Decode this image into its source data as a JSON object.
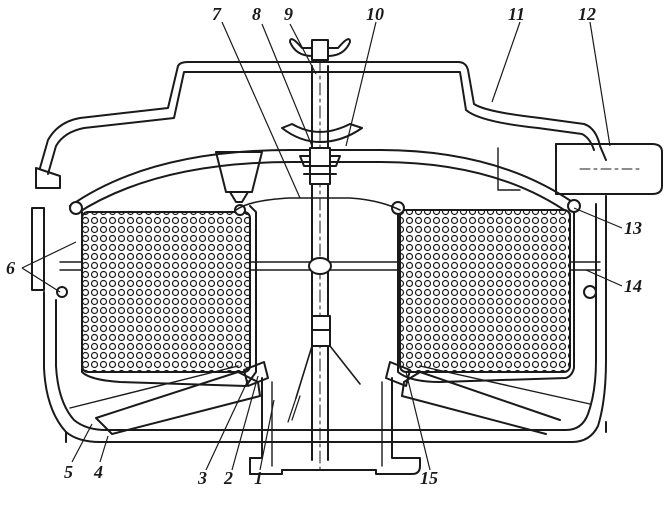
{
  "diagram": {
    "callouts": [
      {
        "id": "c1",
        "label": "1"
      },
      {
        "id": "c2",
        "label": "2"
      },
      {
        "id": "c3",
        "label": "3"
      },
      {
        "id": "c4",
        "label": "4"
      },
      {
        "id": "c5",
        "label": "5"
      },
      {
        "id": "c6",
        "label": "6"
      },
      {
        "id": "c7",
        "label": "7"
      },
      {
        "id": "c8",
        "label": "8"
      },
      {
        "id": "c9",
        "label": "9"
      },
      {
        "id": "c10",
        "label": "10"
      },
      {
        "id": "c11",
        "label": "11"
      },
      {
        "id": "c12",
        "label": "12"
      },
      {
        "id": "c13",
        "label": "13"
      },
      {
        "id": "c14",
        "label": "14"
      },
      {
        "id": "c15",
        "label": "15"
      }
    ]
  },
  "colors": {
    "ink": "#1a1a1a",
    "paper": "#ffffff"
  }
}
